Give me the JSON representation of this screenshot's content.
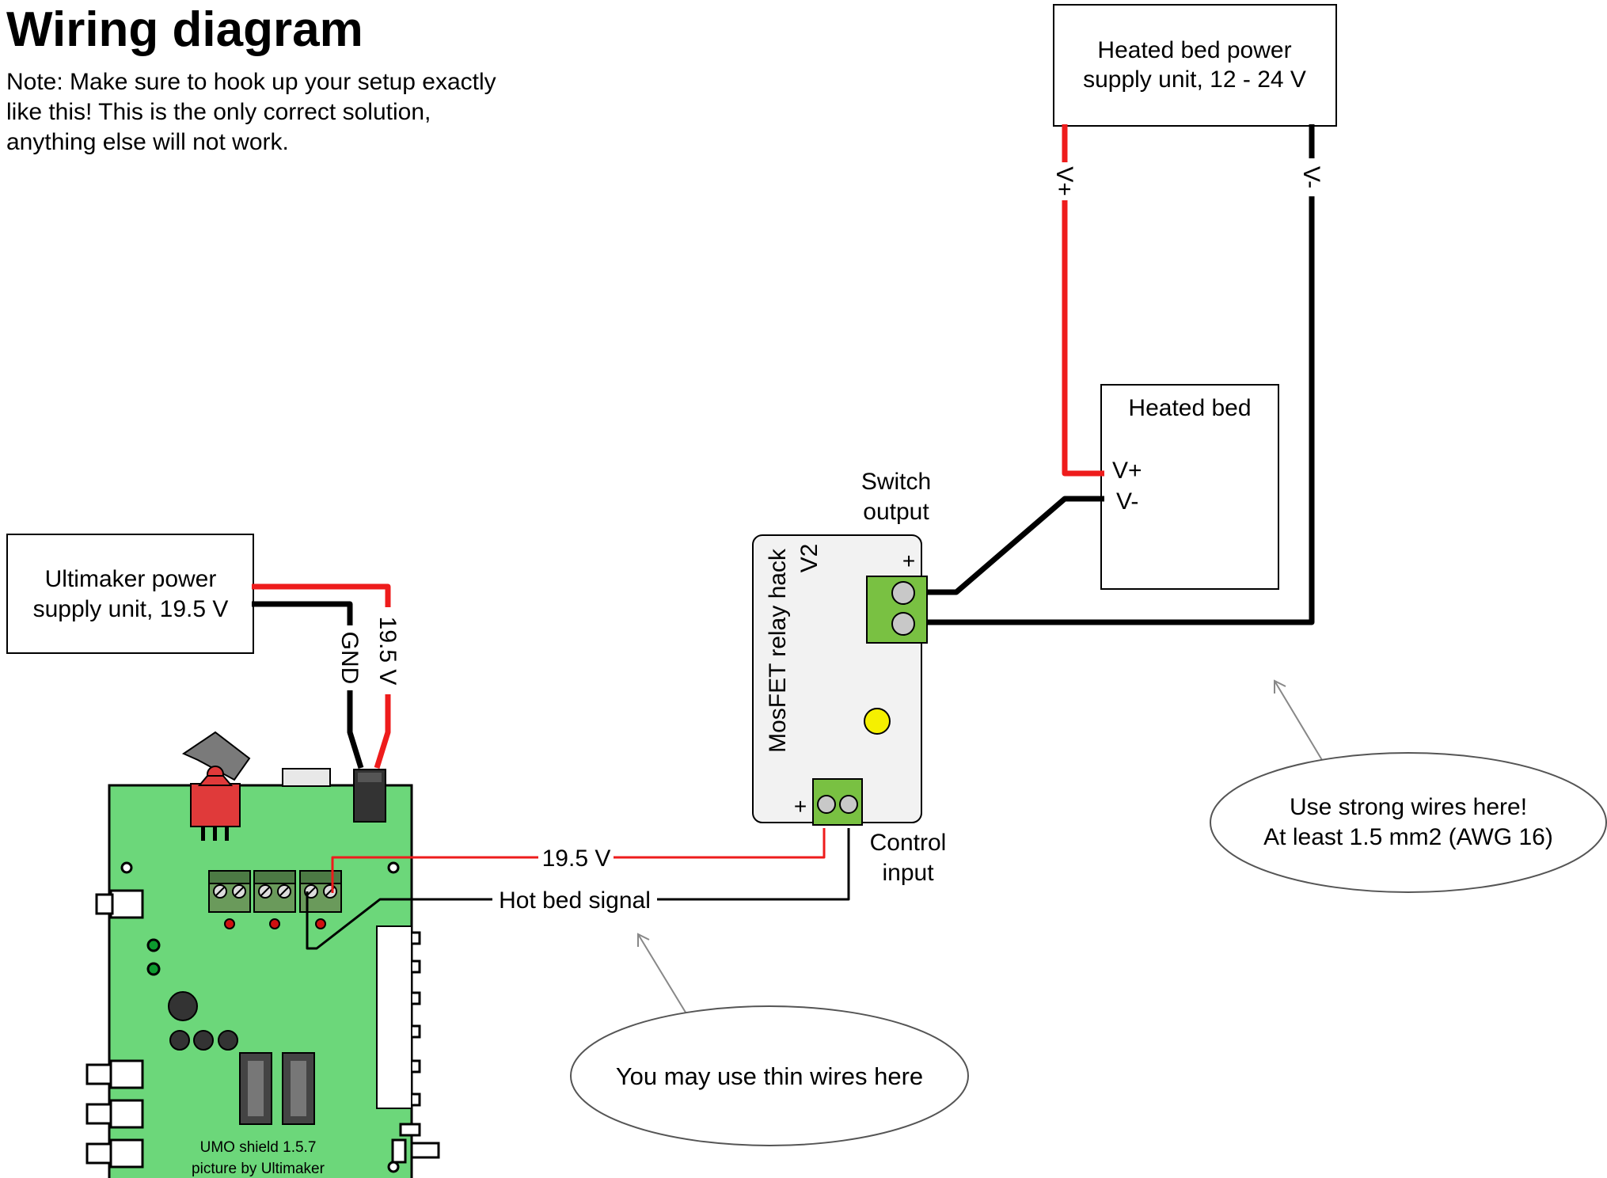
{
  "title": "Wiring diagram",
  "note": [
    "Note: Make sure to hook up your setup exactly",
    "like this! This is the only correct solution,",
    "anything else will not work."
  ],
  "heated_bed_psu": {
    "line1": "Heated bed power",
    "line2": "supply unit, 12 - 24 V"
  },
  "heated_bed": {
    "title": "Heated bed",
    "v_plus": "V+",
    "v_minus": "V-"
  },
  "wire_labels": {
    "psu_v_plus": "V+",
    "psu_v_minus": "V-",
    "v195_vertical": "19.5 V",
    "gnd": "GND",
    "v195_signal": "19.5 V",
    "hot_bed_signal": "Hot bed signal"
  },
  "switch_output": {
    "line1": "Switch",
    "line2": "output"
  },
  "control_input": {
    "line1": "Control",
    "line2": "input"
  },
  "mosfet": {
    "line1": "MosFET relay hack",
    "line2": "V2",
    "plus_top": "+",
    "plus_bottom": "+"
  },
  "ultimaker_psu": {
    "line1": "Ultimaker power",
    "line2": "supply unit, 19.5 V"
  },
  "umo_shield": {
    "line1": "UMO shield 1.5.7",
    "line2": "picture by Ultimaker"
  },
  "callouts": {
    "thin": "You may use thin wires here",
    "strong_line1": "Use strong wires here!",
    "strong_line2": "At least 1.5 mm2 (AWG 16)"
  },
  "colors": {
    "wire_positive": "#ee1c1c",
    "wire_negative": "#000000",
    "pcb": "#6cd77a",
    "terminal": "#79c142",
    "led": "#f5f000",
    "mosfet_board": "#f2f2f2",
    "switch": "#e03a3a"
  }
}
